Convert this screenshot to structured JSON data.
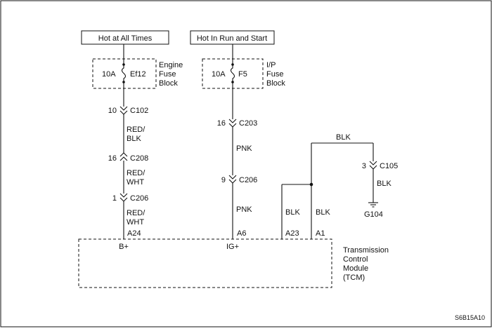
{
  "power": {
    "left": "Hot at All Times",
    "right": "Hot In Run and Start"
  },
  "fuses": {
    "left": {
      "rating": "10A",
      "name": "Ef12",
      "block": [
        "Engine",
        "Fuse",
        "Block"
      ]
    },
    "right": {
      "rating": "10A",
      "name": "F5",
      "block": [
        "I/P",
        "Fuse",
        "Block"
      ]
    }
  },
  "connectors": {
    "c102": {
      "pin": "10",
      "name": "C102"
    },
    "c208": {
      "pin": "16",
      "name": "C208"
    },
    "c206_left": {
      "pin": "1",
      "name": "C206"
    },
    "c203": {
      "pin": "16",
      "name": "C203"
    },
    "c206_right": {
      "pin": "9",
      "name": "C206"
    },
    "c105": {
      "pin": "3",
      "name": "C105"
    }
  },
  "wires": {
    "left_1": [
      "RED/",
      "BLK"
    ],
    "left_2": [
      "RED/",
      "WHT"
    ],
    "left_3": [
      "RED/",
      "WHT"
    ],
    "right_1": "PNK",
    "right_2": "PNK",
    "ground_top": "BLK",
    "ground_drop": "BLK",
    "a23": "BLK",
    "a1": "BLK"
  },
  "ground": "G104",
  "tcm": {
    "pins": {
      "a24": "A24",
      "a6": "A6",
      "a23": "A23",
      "a1": "A1"
    },
    "terminals": {
      "bplus": "B+",
      "igplus": "IG+"
    },
    "label": [
      "Transmission",
      "Control",
      "Module",
      "(TCM)"
    ]
  },
  "figure_id": "S6B15A10"
}
